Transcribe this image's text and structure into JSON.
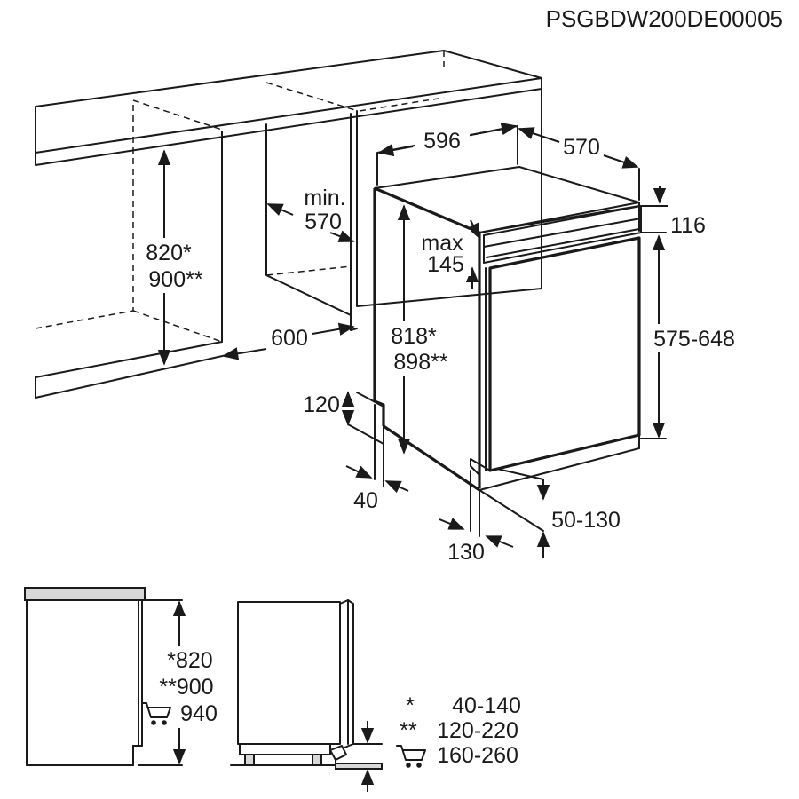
{
  "product_code": "PSGBDW200DE00005",
  "niche": {
    "height": {
      "line1": "820*",
      "line2": "900**"
    },
    "min_width": {
      "line1": "min.",
      "line2": "570"
    },
    "depth": "600"
  },
  "appliance": {
    "width": "596",
    "depth": "570",
    "top_offset": "116",
    "max_panel": {
      "line1": "max",
      "line2": "145"
    },
    "body_height": {
      "line1": "818*",
      "line2": "898**"
    },
    "door_height": "575-648",
    "plinth_height": "120",
    "plinth_recess": "40",
    "foot_recess": "130",
    "leg_adjust": "50-130"
  },
  "bottom": {
    "heights": [
      "*820",
      "**900",
      "940"
    ],
    "legend": [
      {
        "mark": "*",
        "range": "40-140"
      },
      {
        "mark": "**",
        "range": "120-220"
      },
      {
        "mark": "cart",
        "range": "160-260"
      }
    ]
  }
}
